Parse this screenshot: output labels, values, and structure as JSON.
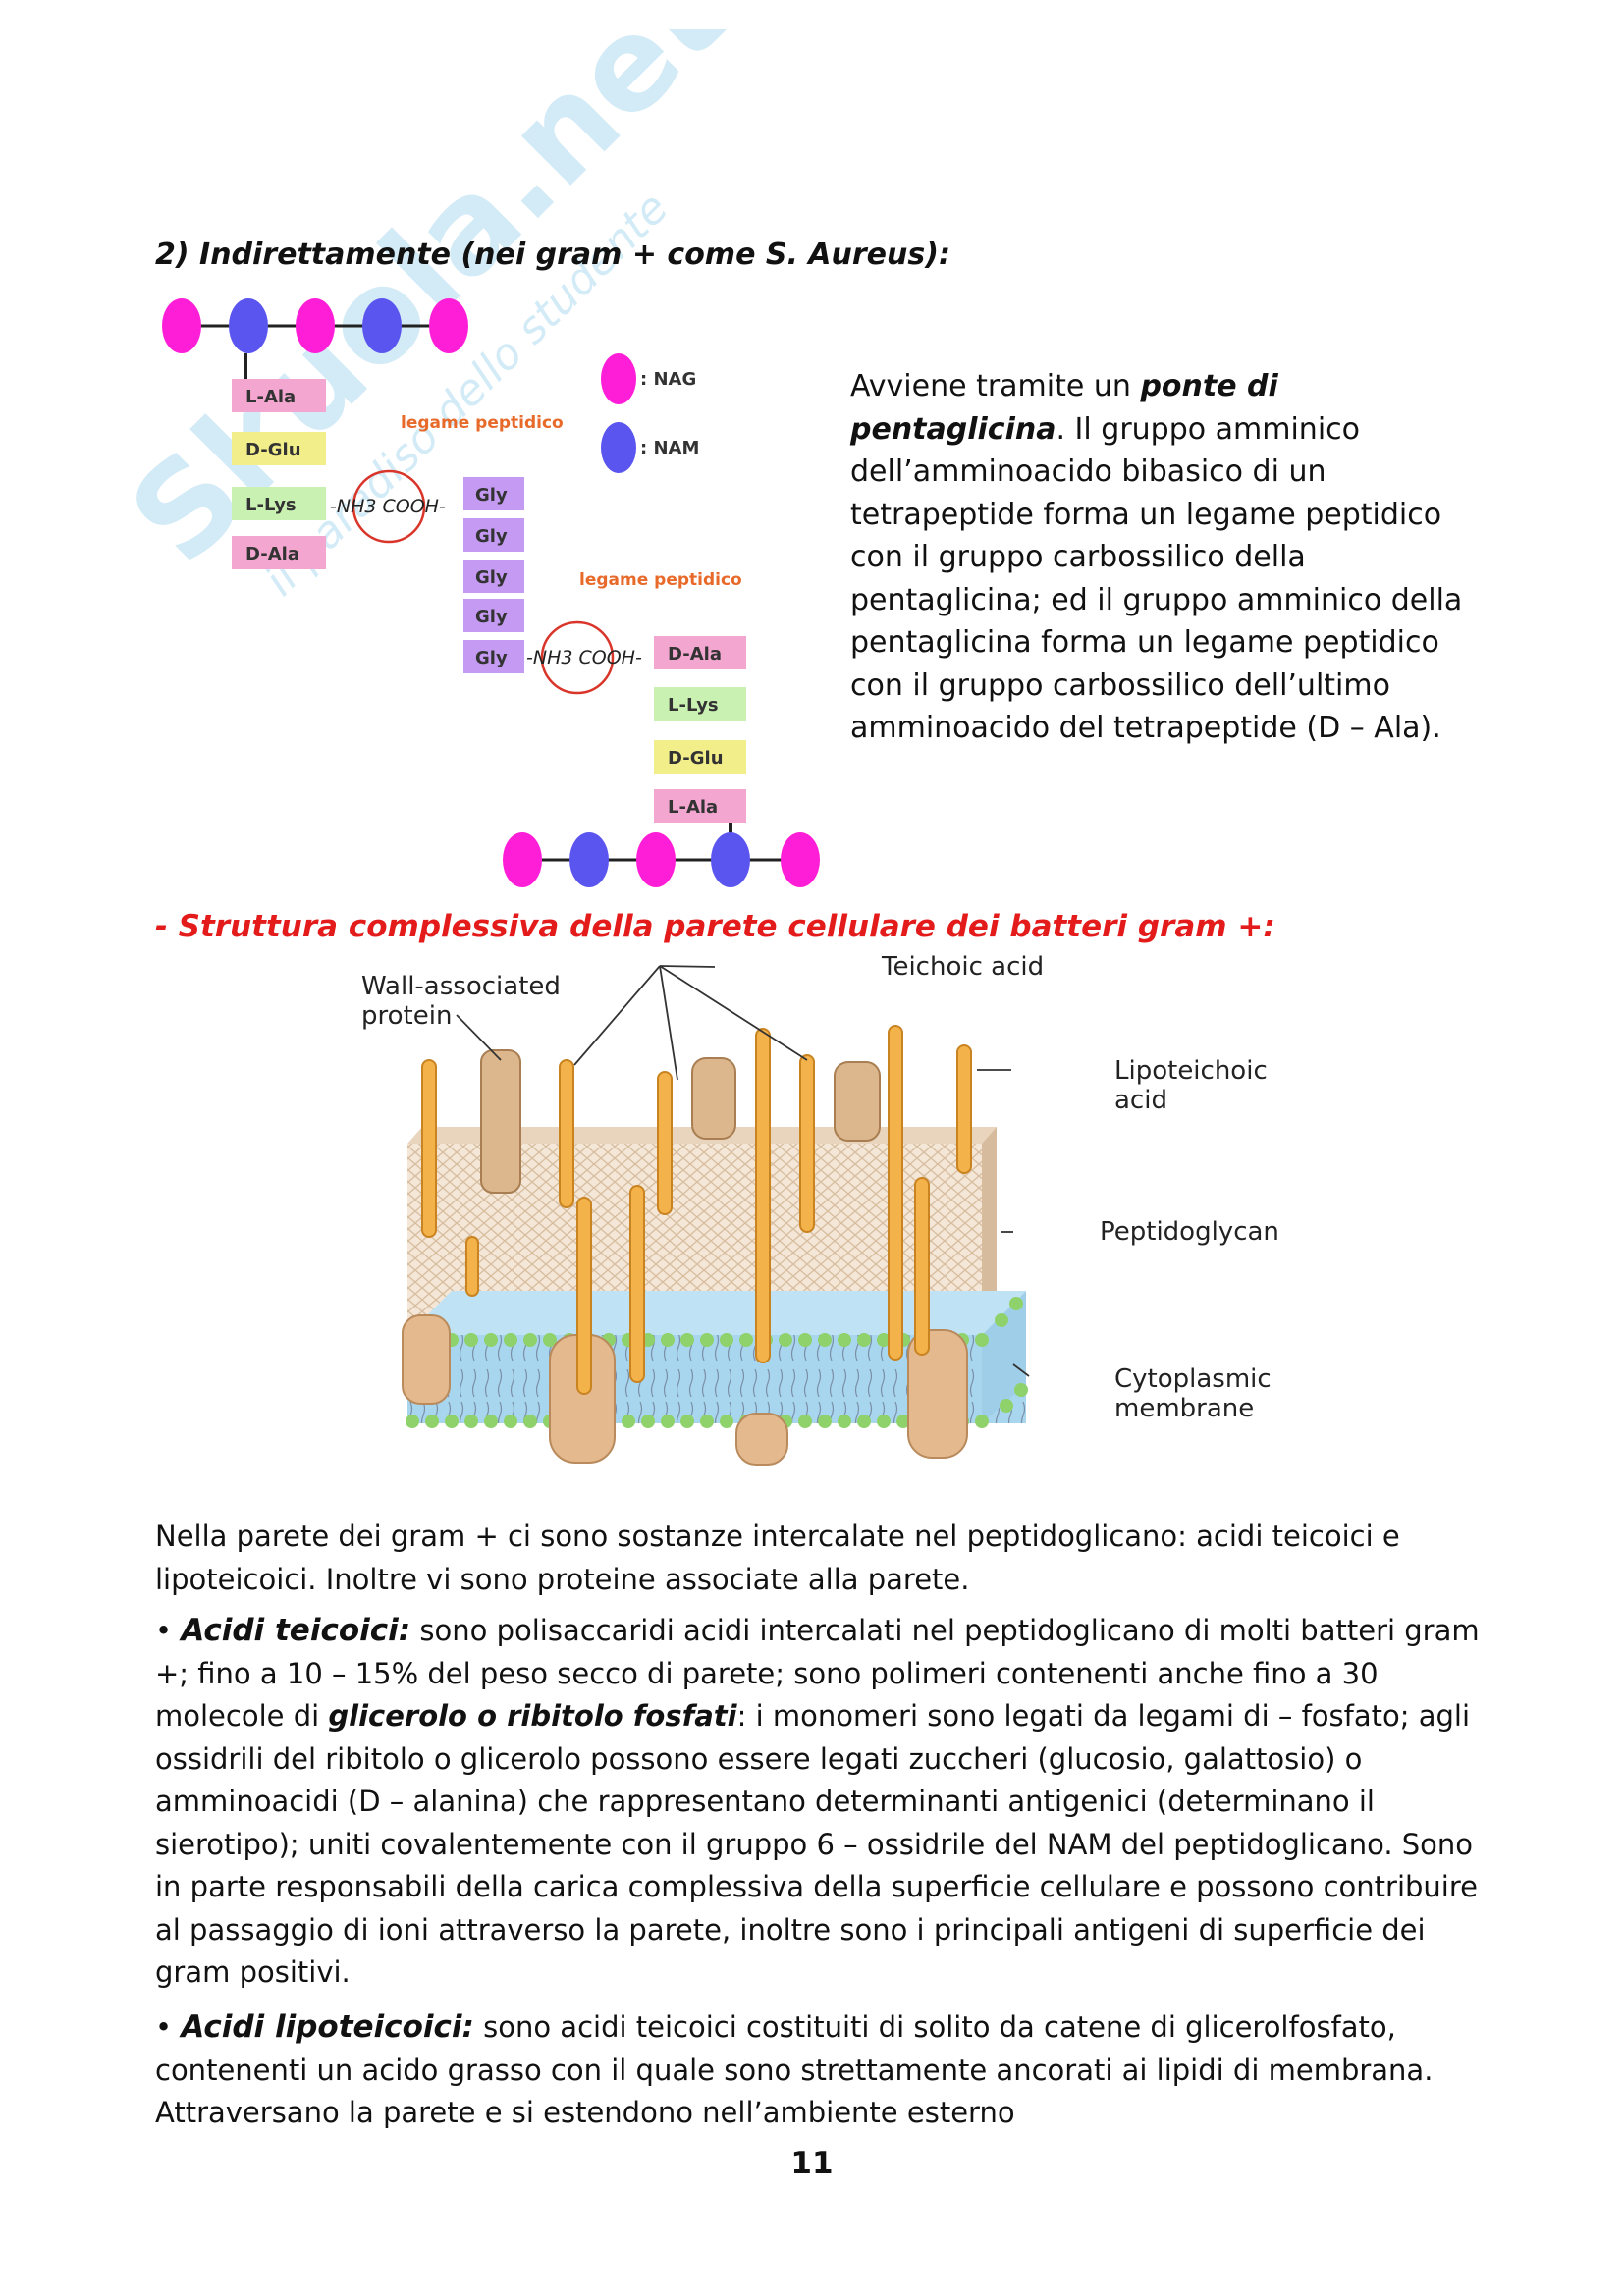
{
  "heading": "2) Indirettamente (nei gram + come S. Aureus):",
  "diagram1": {
    "chain_top_left": [
      "L-Ala",
      "D-Glu",
      "L-Lys",
      "D-Ala"
    ],
    "bridge": [
      "Gly",
      "Gly",
      "Gly",
      "Gly",
      "Gly"
    ],
    "chain_bottom_right": [
      "D-Ala",
      "L-Lys",
      "D-Glu",
      "L-Ala"
    ],
    "bond_label_1": "legame peptidico",
    "bond_label_2": "legame peptidico",
    "group_1": "-NH3 COOH-",
    "group_2": "-NH3 COOH-",
    "legend": [
      {
        "label": ": NAG",
        "color": "#ff1ed8"
      },
      {
        "label": ": NAM",
        "color": "#5b55f0"
      }
    ]
  },
  "side": {
    "intro": "Avviene tramite un ",
    "bold": "ponte di pentaglicina",
    "rest": ". Il gruppo amminico dell’amminoacido bibasico di un tetrapeptide forma un legame peptidico con il gruppo carbossilico della pentaglicina; ed il gruppo amminico della pentaglicina forma un legame peptidico con il gruppo carbossilico dell’ultimo amminoacido del tetrapeptide (D – Ala)."
  },
  "structure_title": "- Struttura complessiva della parete cellulare dei batteri gram +:",
  "diagram2": {
    "label_wall_protein": "Wall-associated protein",
    "label_teichoic": "Teichoic acid",
    "label_lipoteichoic": "Lipoteichoic acid",
    "label_peptidoglycan": "Peptidoglycan",
    "label_membrane": "Cytoplasmic membrane"
  },
  "para1": "Nella parete dei gram + ci sono sostanze intercalate nel peptidoglicano: acidi teicoici e lipoteicoici. Inoltre vi sono proteine associate alla parete.",
  "para2": {
    "bullet": "• ",
    "title": "Acidi teicoici:",
    "text_a": " sono polisaccaridi acidi intercalati nel peptidoglicano di molti batteri gram +; fino a 10 – 15% del peso secco di parete; sono polimeri contenenti anche fino a 30 molecole di ",
    "emph": "glicerolo o ribitolo fosfati",
    "text_b": ": i monomeri sono legati da legami di – fosfato; agli ossidrili del ribitolo o glicerolo possono essere legati zuccheri (glucosio, galattosio) o amminoacidi (D – alanina) che rappresentano determinanti antigenici (determinano il sierotipo); uniti covalentemente con il gruppo 6 – ossidrile del NAM del peptidoglicano. Sono in parte responsabili della carica complessiva della superficie cellulare e possono contribuire al passaggio di ioni attraverso la parete, inoltre sono i principali antigeni di superficie dei gram positivi."
  },
  "para3": {
    "bullet": "• ",
    "title": "Acidi lipoteicoici:",
    "text": " sono acidi teicoici costituiti di solito da catene di glicerolfosfato, contenenti un acido grasso con il quale sono strettamente ancorati ai lipidi di membrana. Attraversano la parete e si estendono nell’ambiente esterno"
  },
  "page_number": "11",
  "watermark": {
    "text1": "Skuola.net",
    "text2": "il paradiso dello studente"
  }
}
